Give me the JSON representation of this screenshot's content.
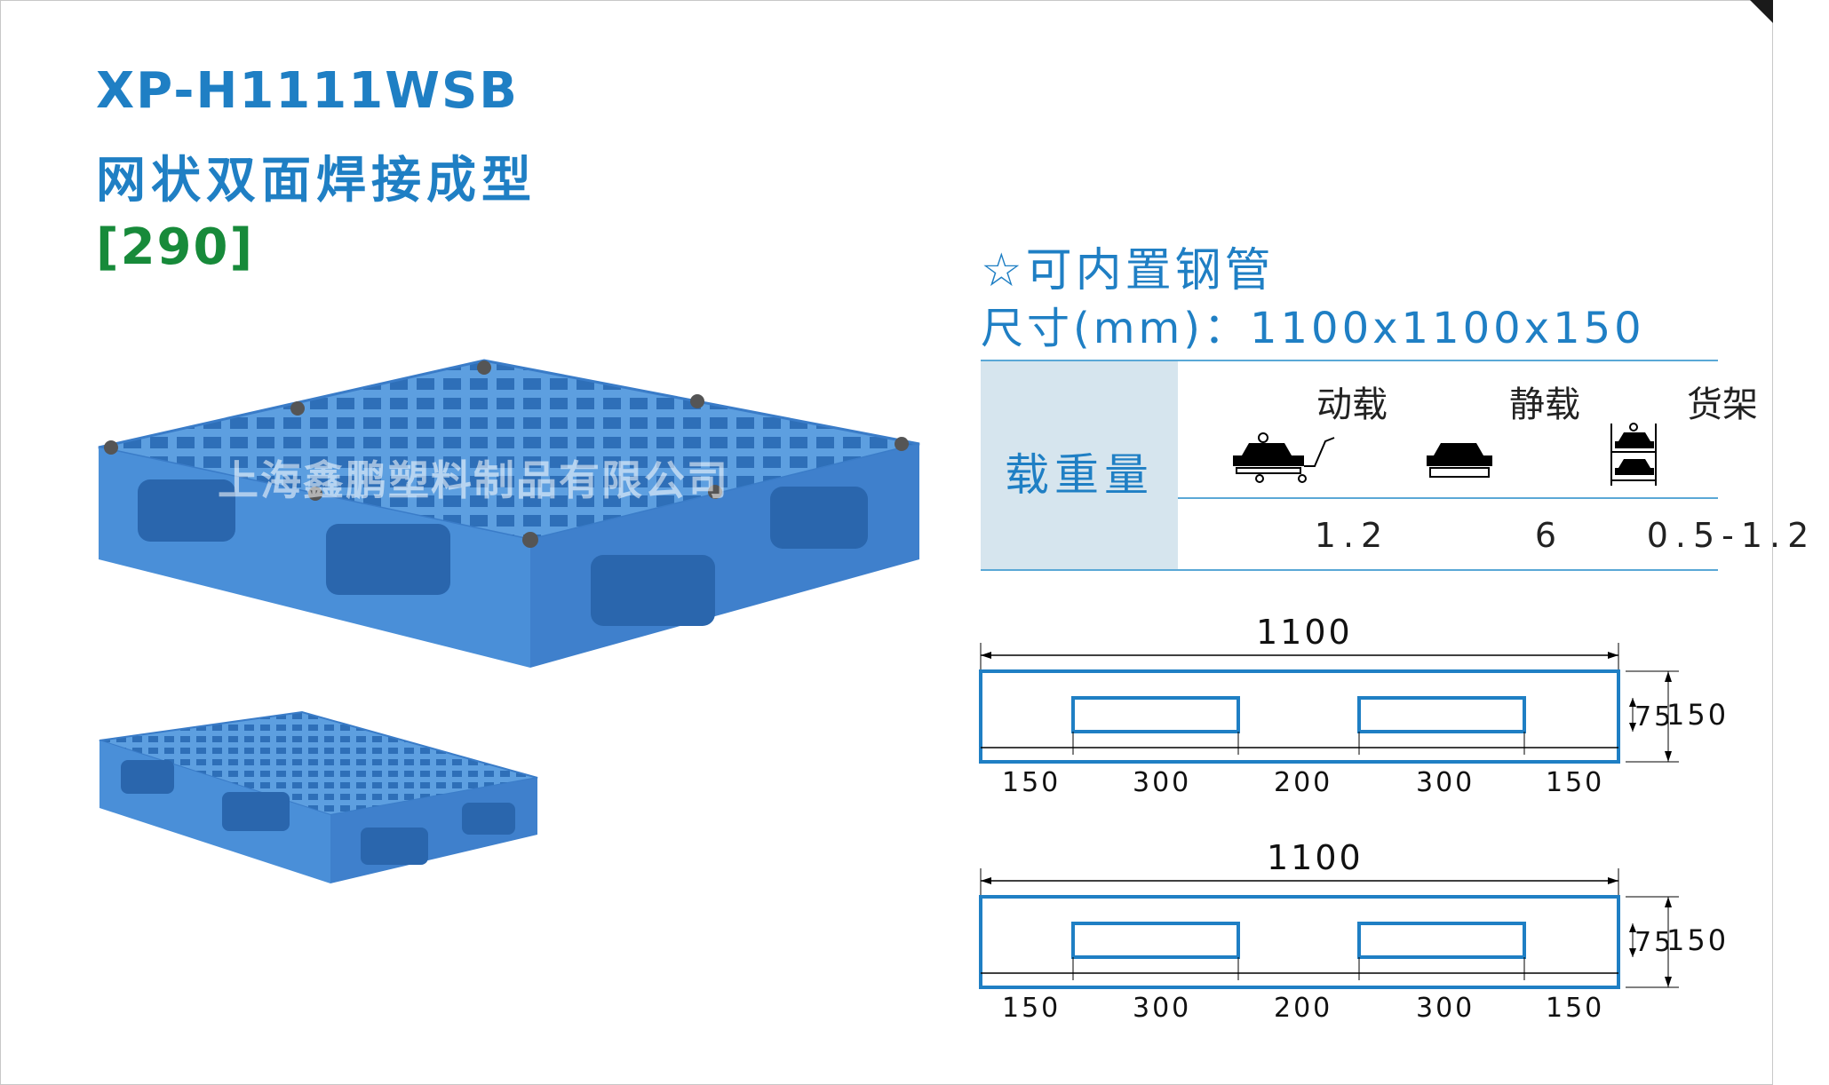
{
  "header": {
    "model": "XP-H1111WSB",
    "name": "网状双面焊接成型",
    "code": "[290]"
  },
  "watermark": "上海鑫鹏塑料制品有限公司",
  "feature": "☆可内置钢管",
  "size": "尺寸(mm)：1100x1100x150",
  "load_table": {
    "label": "载重量",
    "columns": [
      {
        "name": "动载",
        "icon": "dynamic-load-icon",
        "value": "1.2"
      },
      {
        "name": "静载",
        "icon": "static-load-icon",
        "value": "6"
      },
      {
        "name": "货架",
        "icon": "rack-load-icon",
        "value": "0.5-1.2"
      }
    ]
  },
  "drawings": [
    {
      "width": "1100",
      "segments": [
        "150",
        "300",
        "200",
        "300",
        "150"
      ],
      "inner_h": "75",
      "height": "150"
    },
    {
      "width": "1100",
      "segments": [
        "150",
        "300",
        "200",
        "300",
        "150"
      ],
      "inner_h": "75",
      "height": "150"
    }
  ],
  "colors": {
    "blue": "#1f7fc4",
    "green": "#178a3a",
    "pallet": "#4a90d9",
    "table_bg": "#d6e5ee"
  }
}
